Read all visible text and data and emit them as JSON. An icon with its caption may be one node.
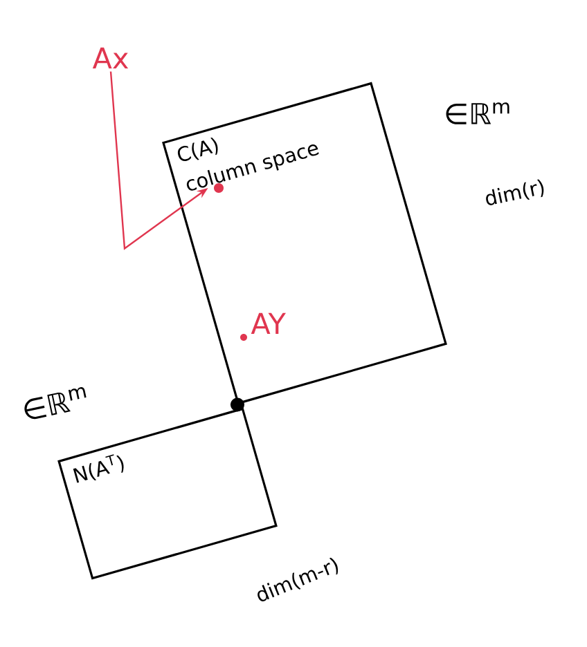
{
  "diagram": {
    "nodes": [
      {
        "text": [
          "C(A)",
          "column space"
        ],
        "beside": [
          "∈ℝ$^{m}$",
          "dim(r)"
        ]
      },
      {
        "text": [
          "N(A$^{T}$)"
        ],
        "beside": [
          "∈ℝ$^{m}$",
          "dim(m-r)"
        ]
      },
      {
        "text": [
          "Ax"
        ]
      },
      {
        "text": [],
        "shape": "circle",
        "in": 0
      }
    ],
    "edges": [
      {
        "from": 2,
        "to": 3,
        "arrow": "to",
        "color": "#e0364f"
      }
    ],
    "labels": [
      "AY"
    ]
  }
}
